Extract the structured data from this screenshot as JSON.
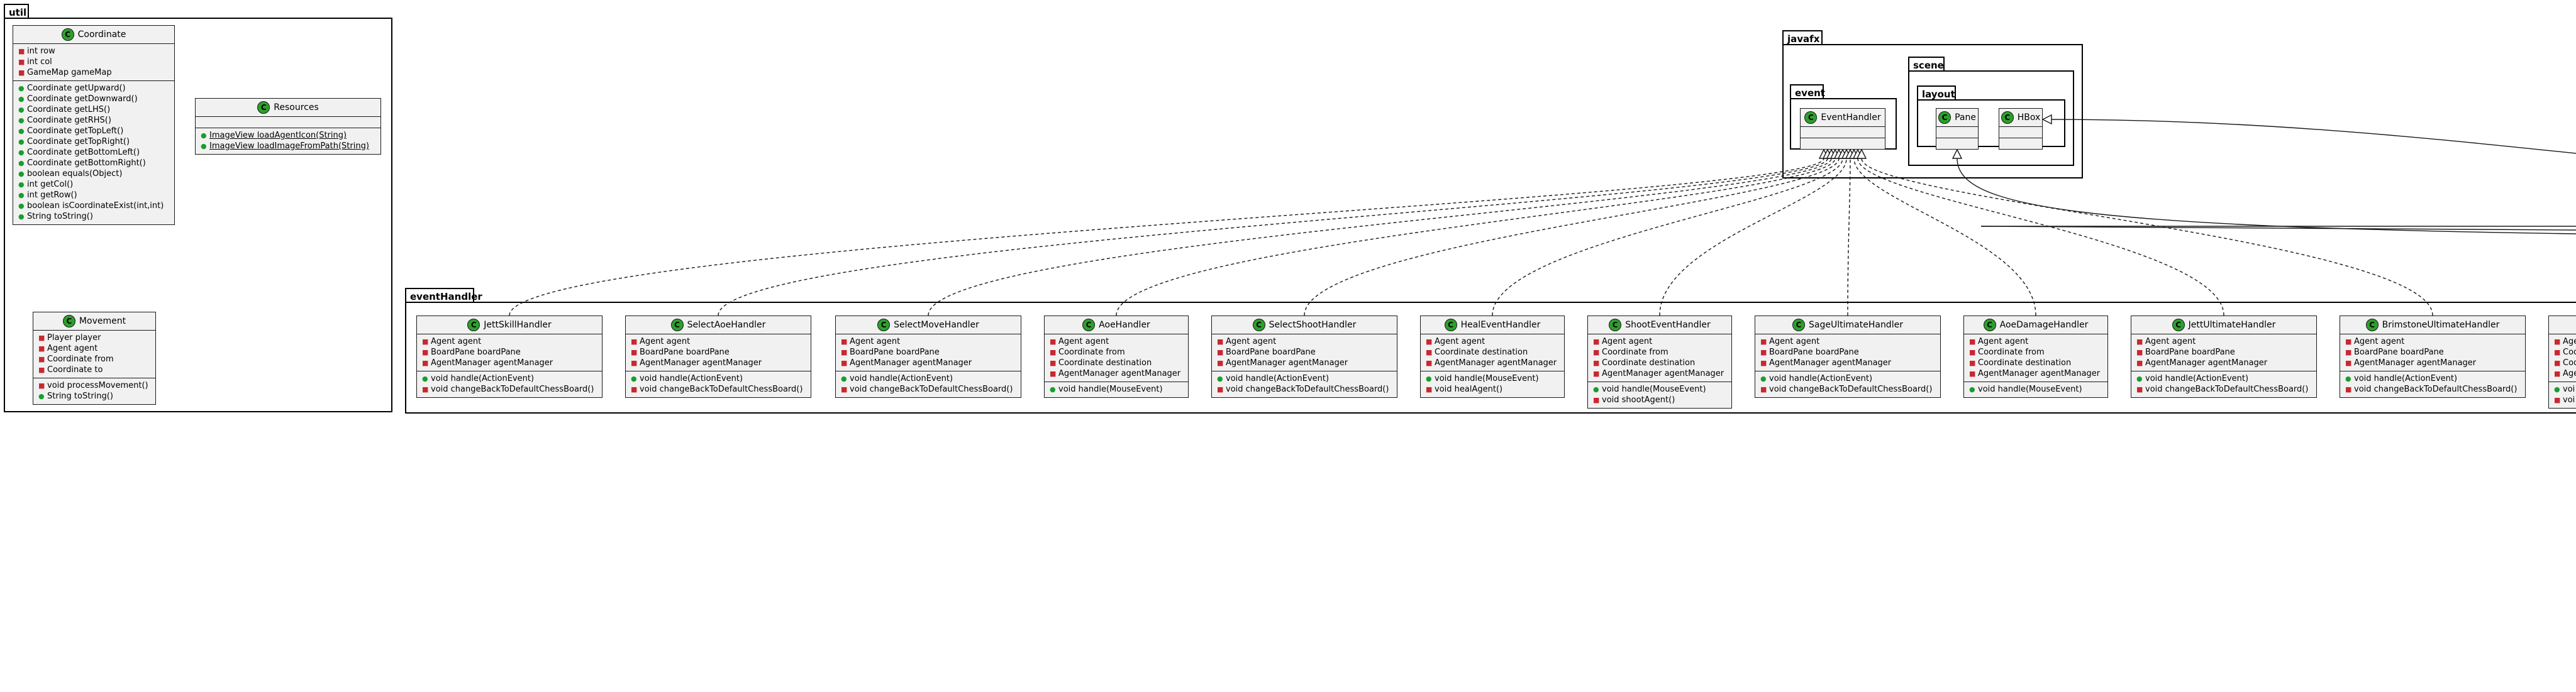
{
  "packages": {
    "util": "util",
    "javafx": "javafx",
    "event": "event",
    "scene": "scene",
    "layout": "layout",
    "eventHandler": "eventHandler"
  },
  "class_icon_letter": "C",
  "classes": {
    "coordinate": {
      "name": "Coordinate",
      "fields": [
        {
          "vis": "-",
          "text": "int row"
        },
        {
          "vis": "-",
          "text": "int col"
        },
        {
          "vis": "-",
          "text": "GameMap gameMap"
        }
      ],
      "methods": [
        {
          "vis": "+",
          "text": "Coordinate getUpward()"
        },
        {
          "vis": "+",
          "text": "Coordinate getDownward()"
        },
        {
          "vis": "+",
          "text": "Coordinate getLHS()"
        },
        {
          "vis": "+",
          "text": "Coordinate getRHS()"
        },
        {
          "vis": "+",
          "text": "Coordinate getTopLeft()"
        },
        {
          "vis": "+",
          "text": "Coordinate getTopRight()"
        },
        {
          "vis": "+",
          "text": "Coordinate getBottomLeft()"
        },
        {
          "vis": "+",
          "text": "Coordinate getBottomRight()"
        },
        {
          "vis": "+",
          "text": "boolean equals(Object)"
        },
        {
          "vis": "+",
          "text": "int getCol()"
        },
        {
          "vis": "+",
          "text": "int getRow()"
        },
        {
          "vis": "+",
          "text": "boolean isCoordinateExist(int,int)"
        },
        {
          "vis": "+",
          "text": "String toString()"
        }
      ]
    },
    "resources": {
      "name": "Resources",
      "fields": [],
      "methods": [
        {
          "vis": "+",
          "text": "ImageView loadAgentIcon(String)"
        },
        {
          "vis": "+",
          "text": "ImageView loadImageFromPath(String)"
        }
      ]
    },
    "movement": {
      "name": "Movement",
      "fields": [
        {
          "vis": "-",
          "text": "Player player"
        },
        {
          "vis": "-",
          "text": "Agent agent"
        },
        {
          "vis": "-",
          "text": "Coordinate from"
        },
        {
          "vis": "-",
          "text": "Coordinate to"
        }
      ],
      "methods": [
        {
          "vis": "-",
          "text": "void processMovement()"
        },
        {
          "vis": "+",
          "text": "String toString()"
        }
      ]
    },
    "eventHandlerIface": {
      "name": "EventHandler",
      "fields": [],
      "methods": []
    },
    "pane": {
      "name": "Pane",
      "fields": [],
      "methods": []
    },
    "hbox": {
      "name": "HBox",
      "fields": [],
      "methods": []
    },
    "jettSkill": {
      "name": "JettSkillHandler",
      "fields": [
        {
          "vis": "-",
          "text": "Agent agent"
        },
        {
          "vis": "-",
          "text": "BoardPane boardPane"
        },
        {
          "vis": "-",
          "text": "AgentManager agentManager"
        }
      ],
      "methods": [
        {
          "vis": "+",
          "text": "void handle(ActionEvent)"
        },
        {
          "vis": "-",
          "text": "void changeBackToDefaultChessBoard()"
        }
      ]
    },
    "selectAoe": {
      "name": "SelectAoeHandler",
      "fields": [
        {
          "vis": "-",
          "text": "Agent agent"
        },
        {
          "vis": "-",
          "text": "BoardPane boardPane"
        },
        {
          "vis": "-",
          "text": "AgentManager agentManager"
        }
      ],
      "methods": [
        {
          "vis": "+",
          "text": "void handle(ActionEvent)"
        },
        {
          "vis": "-",
          "text": "void changeBackToDefaultChessBoard()"
        }
      ]
    },
    "selectMove": {
      "name": "SelectMoveHandler",
      "fields": [
        {
          "vis": "-",
          "text": "Agent agent"
        },
        {
          "vis": "-",
          "text": "BoardPane boardPane"
        },
        {
          "vis": "-",
          "text": "AgentManager agentManager"
        }
      ],
      "methods": [
        {
          "vis": "+",
          "text": "void handle(ActionEvent)"
        },
        {
          "vis": "-",
          "text": "void changeBackToDefaultChessBoard()"
        }
      ]
    },
    "aoe": {
      "name": "AoeHandler",
      "fields": [
        {
          "vis": "-",
          "text": "Agent agent"
        },
        {
          "vis": "-",
          "text": "Coordinate from"
        },
        {
          "vis": "-",
          "text": "Coordinate destination"
        },
        {
          "vis": "-",
          "text": "AgentManager agentManager"
        }
      ],
      "methods": [
        {
          "vis": "+",
          "text": "void handle(MouseEvent)"
        }
      ]
    },
    "selectShoot": {
      "name": "SelectShootHandler",
      "fields": [
        {
          "vis": "-",
          "text": "Agent agent"
        },
        {
          "vis": "-",
          "text": "BoardPane boardPane"
        },
        {
          "vis": "-",
          "text": "AgentManager agentManager"
        }
      ],
      "methods": [
        {
          "vis": "+",
          "text": "void handle(ActionEvent)"
        },
        {
          "vis": "-",
          "text": "void changeBackToDefaultChessBoard()"
        }
      ]
    },
    "heal": {
      "name": "HealEventHandler",
      "fields": [
        {
          "vis": "-",
          "text": "Agent agent"
        },
        {
          "vis": "-",
          "text": "Coordinate destination"
        },
        {
          "vis": "-",
          "text": "AgentManager agentManager"
        }
      ],
      "methods": [
        {
          "vis": "+",
          "text": "void handle(MouseEvent)"
        },
        {
          "vis": "-",
          "text": "void healAgent()"
        }
      ]
    },
    "shoot": {
      "name": "ShootEventHandler",
      "fields": [
        {
          "vis": "-",
          "text": "Agent agent"
        },
        {
          "vis": "-",
          "text": "Coordinate from"
        },
        {
          "vis": "-",
          "text": "Coordinate destination"
        },
        {
          "vis": "-",
          "text": "AgentManager agentManager"
        }
      ],
      "methods": [
        {
          "vis": "+",
          "text": "void handle(MouseEvent)"
        },
        {
          "vis": "-",
          "text": "void shootAgent()"
        }
      ]
    },
    "sageUlt": {
      "name": "SageUltimateHandler",
      "fields": [
        {
          "vis": "-",
          "text": "Agent agent"
        },
        {
          "vis": "-",
          "text": "BoardPane boardPane"
        },
        {
          "vis": "-",
          "text": "AgentManager agentManager"
        }
      ],
      "methods": [
        {
          "vis": "+",
          "text": "void handle(ActionEvent)"
        },
        {
          "vis": "-",
          "text": "void changeBackToDefaultChessBoard()"
        }
      ]
    },
    "aoeDamage": {
      "name": "AoeDamageHandler",
      "fields": [
        {
          "vis": "-",
          "text": "Agent agent"
        },
        {
          "vis": "-",
          "text": "Coordinate from"
        },
        {
          "vis": "-",
          "text": "Coordinate destination"
        },
        {
          "vis": "-",
          "text": "AgentManager agentManager"
        }
      ],
      "methods": [
        {
          "vis": "+",
          "text": "void handle(MouseEvent)"
        }
      ]
    },
    "jettUlt": {
      "name": "JettUltimateHandler",
      "fields": [
        {
          "vis": "-",
          "text": "Agent agent"
        },
        {
          "vis": "-",
          "text": "BoardPane boardPane"
        },
        {
          "vis": "-",
          "text": "AgentManager agentManager"
        }
      ],
      "methods": [
        {
          "vis": "+",
          "text": "void handle(ActionEvent)"
        },
        {
          "vis": "-",
          "text": "void changeBackToDefaultChessBoard()"
        }
      ]
    },
    "brimUlt": {
      "name": "BrimstoneUltimateHandler",
      "fields": [
        {
          "vis": "-",
          "text": "Agent agent"
        },
        {
          "vis": "-",
          "text": "BoardPane boardPane"
        },
        {
          "vis": "-",
          "text": "AgentManager agentManager"
        }
      ],
      "methods": [
        {
          "vis": "+",
          "text": "void handle(ActionEvent)"
        },
        {
          "vis": "-",
          "text": "void changeBackToDefaultChessBoard()"
        }
      ]
    },
    "partial": {
      "name": "",
      "fields": [
        {
          "vis": "-",
          "text": "Age"
        },
        {
          "vis": "-",
          "text": "Coo"
        },
        {
          "vis": "-",
          "text": "Coo"
        },
        {
          "vis": "-",
          "text": "Age"
        }
      ],
      "methods": [
        {
          "vis": "+",
          "text": "voi"
        },
        {
          "vis": "-",
          "text": "voi"
        }
      ]
    }
  }
}
